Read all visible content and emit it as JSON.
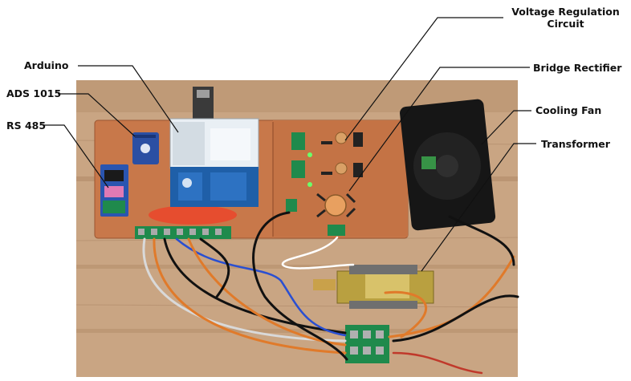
{
  "labels": {
    "arduino": "Arduino",
    "ads1015": "ADS 1015",
    "rs485": "RS 485",
    "voltage_regulation_line1": "Voltage Regulation",
    "voltage_regulation_line2": "Circuit",
    "bridge_rectifier": "Bridge Rectifier",
    "cooling_fan": "Cooling Fan",
    "transformer": "Transformer"
  },
  "colors": {
    "wood": "#c8a27e",
    "pcb": "#c97a4a",
    "terminal_block": "#1f8a4c",
    "arduino_shield": "#e8eef2",
    "arduino_board": "#1f5fa8",
    "fan": "#141414",
    "transformer_core": "#b9a040"
  }
}
